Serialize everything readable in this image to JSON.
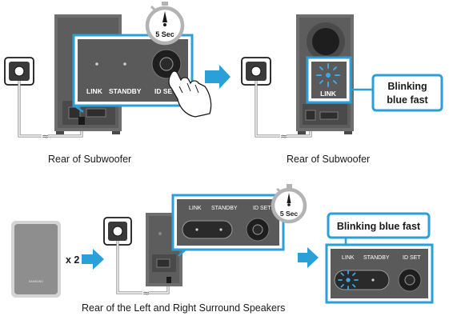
{
  "timer_label": "5 Sec",
  "top_left_panel": {
    "link_label": "LINK",
    "standby_label": "STANDBY",
    "id_set_label": "ID SET"
  },
  "top_right_panel": {
    "link_label": "LINK"
  },
  "top_callout_text_line1": "Blinking",
  "top_callout_text_line2": "blue fast",
  "caption_subwoofer_left": "Rear of Subwoofer",
  "caption_subwoofer_right": "Rear of Subwoofer",
  "speaker_brand": "SAMSUNG",
  "multiplier_label": "x 2",
  "bottom_mid_panel": {
    "link_label": "LINK",
    "standby_label": "STANDBY",
    "id_set_label": "ID SET"
  },
  "bottom_right_panel": {
    "link_label": "LINK",
    "standby_label": "STANDBY",
    "id_set_label": "ID SET"
  },
  "bottom_callout_text": "Blinking blue fast",
  "caption_surround": "Rear of the Left and Right Surround Speakers",
  "colors": {
    "accent_blue": "#2b9fd8",
    "panel_dark": "#5c5c5c",
    "timer_gray": "#b3b3b3",
    "blink_blue": "#3aa9e6"
  }
}
